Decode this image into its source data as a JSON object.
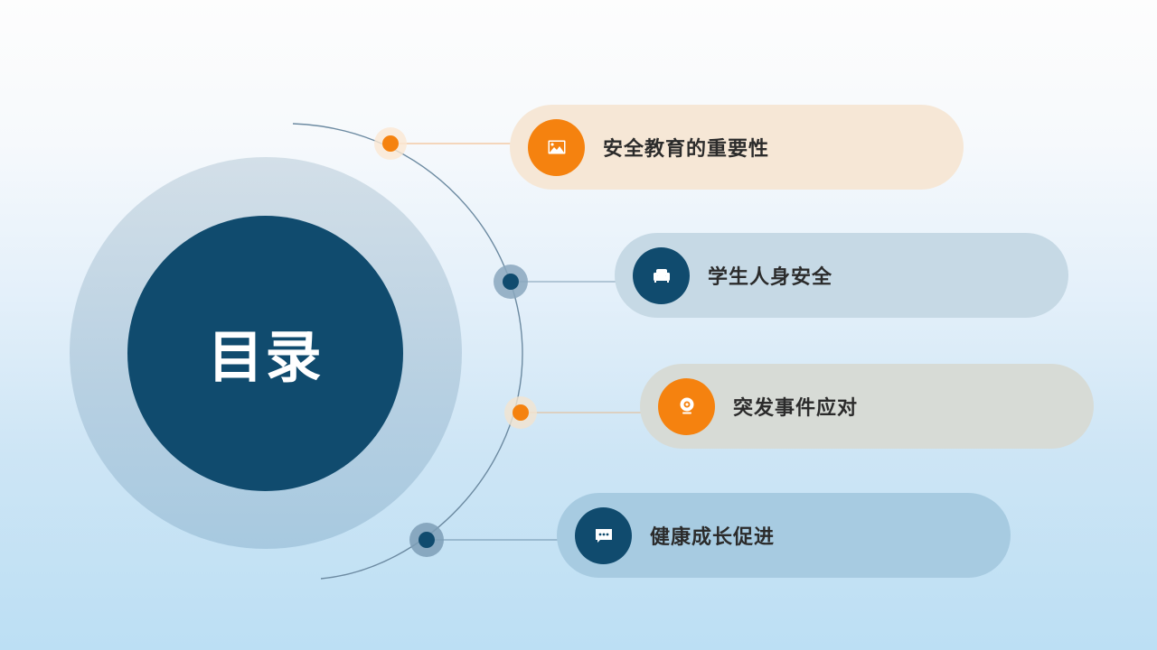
{
  "slide": {
    "title": "目录",
    "colors": {
      "accent_orange": "#f5820f",
      "accent_navy": "#104b6e",
      "arc_line": "#5f7f98"
    },
    "items": [
      {
        "label": "安全教育的重要性",
        "icon": "image-icon",
        "accent": "orange"
      },
      {
        "label": "学生人身安全",
        "icon": "sofa-icon",
        "accent": "navy"
      },
      {
        "label": "突发事件应对",
        "icon": "webcam-icon",
        "accent": "orange"
      },
      {
        "label": "健康成长促进",
        "icon": "chat-bubble-icon",
        "accent": "navy"
      }
    ]
  }
}
